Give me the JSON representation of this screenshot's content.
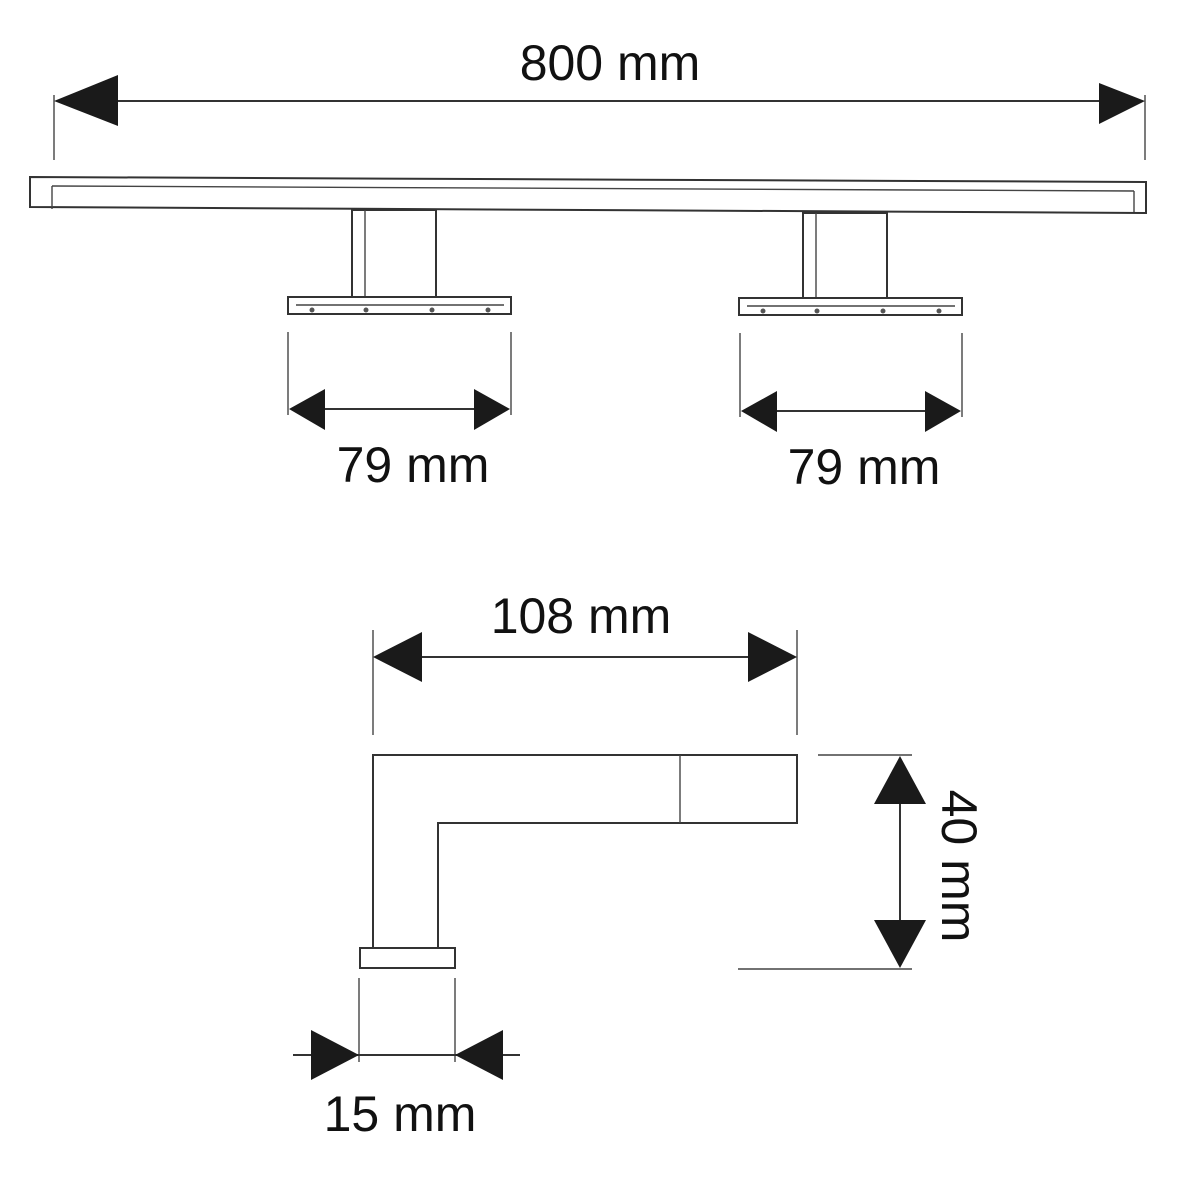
{
  "dimensions": {
    "overall_length": "800 mm",
    "left_base_width": "79 mm",
    "right_base_width": "79 mm",
    "side_depth": "108 mm",
    "side_height": "40 mm",
    "base_thickness": "15 mm"
  },
  "colors": {
    "line": "#333333",
    "arrowhead": "#1a1a1a",
    "text": "#111111",
    "background": "#ffffff"
  }
}
